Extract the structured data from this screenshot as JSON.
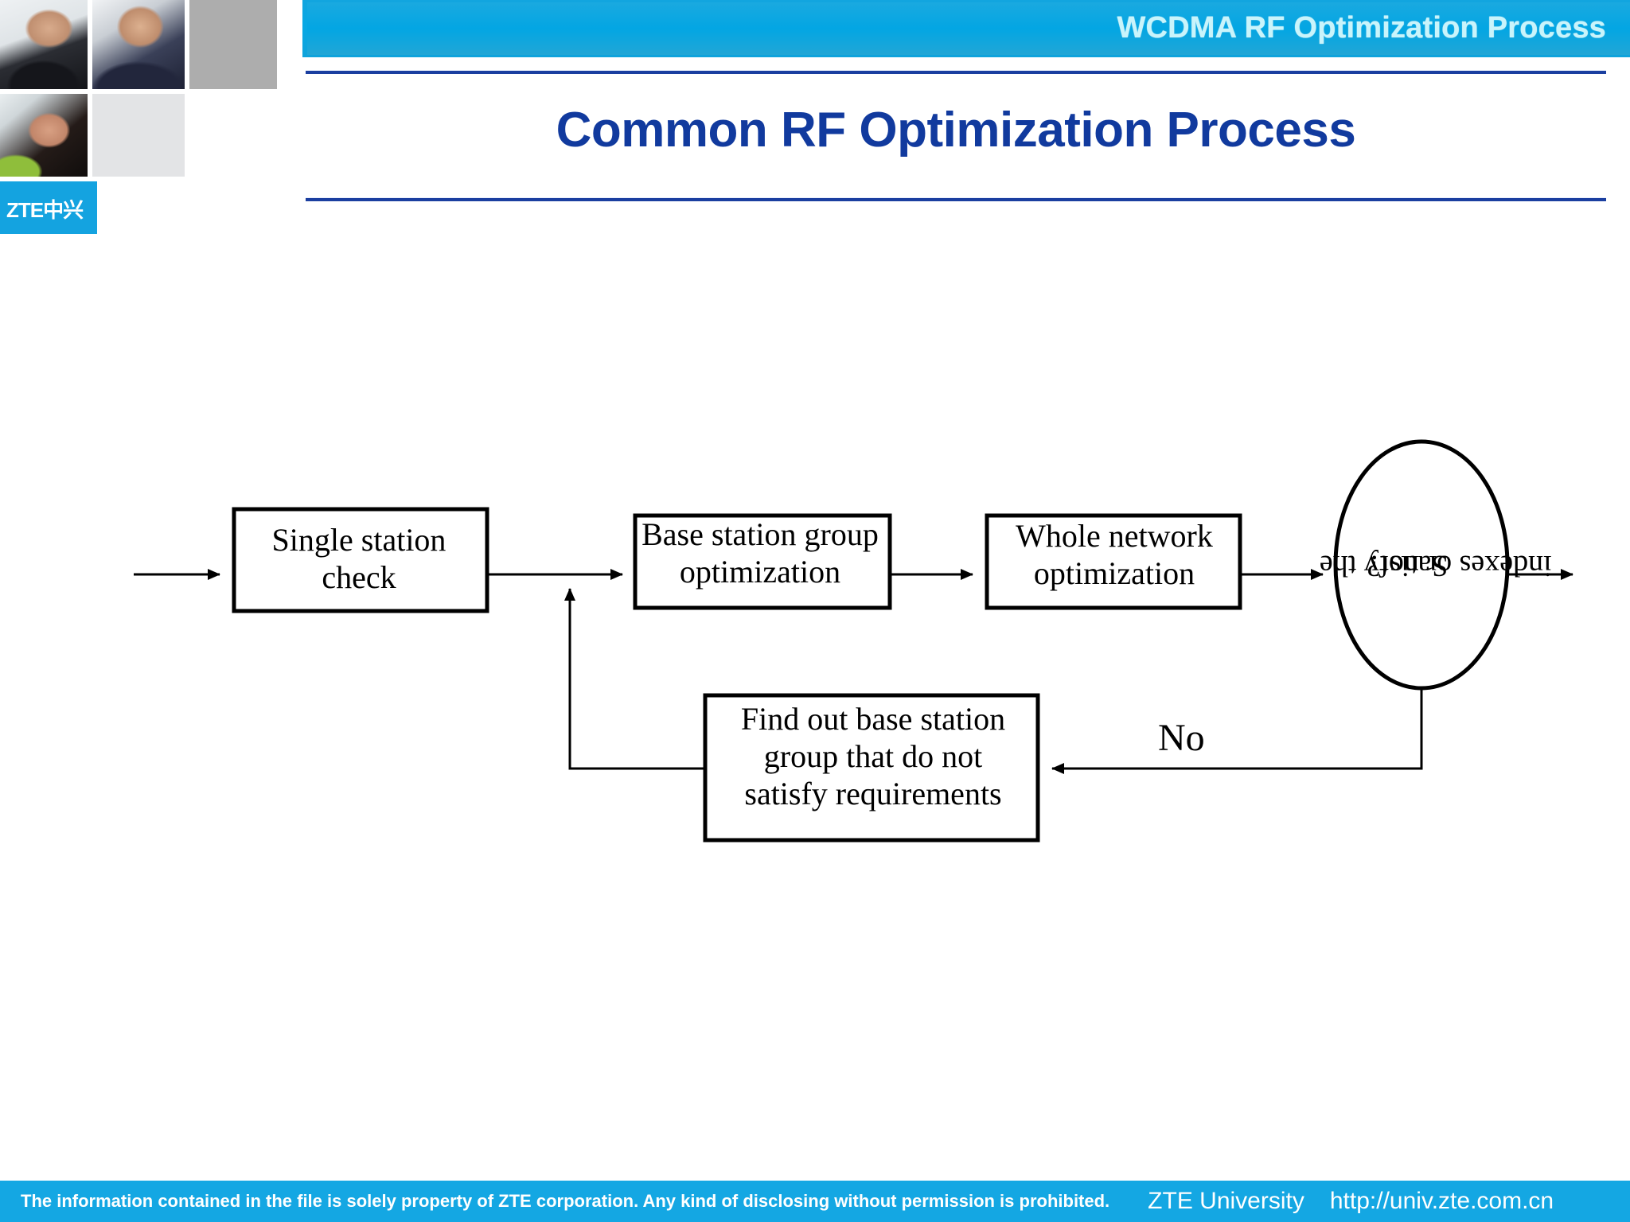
{
  "header": {
    "banner_title": "WCDMA RF Optimization Process",
    "slide_title": "Common RF Optimization Process",
    "accent_blue": "#07a8e4",
    "title_navy": "#113a9e",
    "rule_navy": "#1b3fa0"
  },
  "branding": {
    "logo_text": "ZTE中兴",
    "logo_bg": "#14a3e0"
  },
  "flowchart": {
    "type": "process-flow",
    "nodes": [
      {
        "id": "single-station-check",
        "shape": "rect",
        "label": "Single station check",
        "lines": [
          "Single station",
          "check"
        ]
      },
      {
        "id": "base-station-group-optimization",
        "shape": "rect",
        "label": "Base station group optimization",
        "lines": [
          "Base station group",
          "optimization"
        ]
      },
      {
        "id": "whole-network-optimization",
        "shape": "rect",
        "label": "Whole network optimization",
        "lines": [
          "Whole network",
          "optimization"
        ]
      },
      {
        "id": "satisfy-the-indexes-or-not",
        "shape": "ellipse",
        "label": "Satisfy the indexes or not?",
        "lines": [
          "indexes or not?",
          "Satisfy the"
        ],
        "text_rotation_deg": 90
      },
      {
        "id": "find-out-base-station-group",
        "shape": "rect",
        "label": "Find out base station group that do not satisfy requirements",
        "lines": [
          "Find out base station",
          "group that do not",
          "satisfy requirements"
        ]
      }
    ],
    "edge_labels": [
      {
        "id": "no-branch",
        "label": "No"
      }
    ],
    "stroke_color": "#000000",
    "fill_color": "#ffffff"
  },
  "footer": {
    "notice": "The information contained in the file is solely property of ZTE corporation. Any kind of disclosing without permission is prohibited.",
    "university": "ZTE University",
    "url": "http://univ.zte.com.cn",
    "bg": "#14a7e3"
  }
}
